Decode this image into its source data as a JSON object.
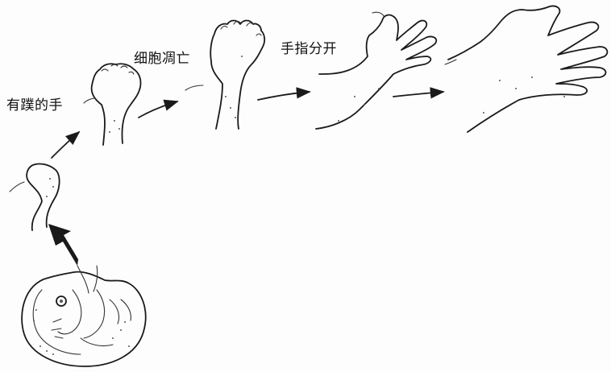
{
  "labels": {
    "webbed_hand": "有蹼的手",
    "apoptosis": "细胞凋亡",
    "fingers_separate": "手指分开"
  },
  "colors": {
    "ink": "#1a1a1a",
    "paper": "#fdfdfd"
  }
}
